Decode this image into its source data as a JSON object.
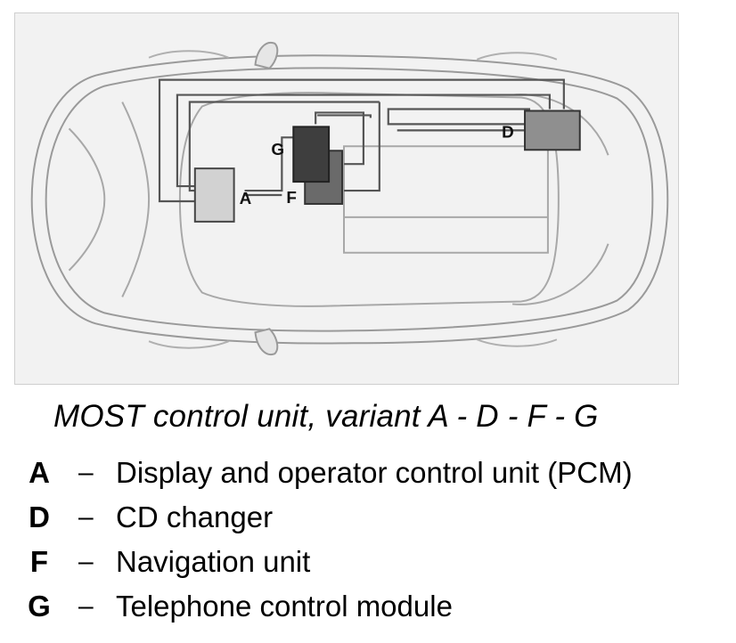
{
  "caption": "MOST control unit, variant A - D - F - G",
  "diagram": {
    "units": [
      {
        "key": "A",
        "color": "#d2d2d2"
      },
      {
        "key": "D",
        "color": "#8f8f8f"
      },
      {
        "key": "F",
        "color": "#6a6a6a"
      },
      {
        "key": "G",
        "color": "#3e3e3e"
      }
    ]
  },
  "legend": [
    {
      "key": "A",
      "separator": "–",
      "description": "Display and operator control unit (PCM)"
    },
    {
      "key": "D",
      "separator": "–",
      "description": "CD changer"
    },
    {
      "key": "F",
      "separator": "–",
      "description": "Navigation unit"
    },
    {
      "key": "G",
      "separator": "–",
      "description": "Telephone control module"
    }
  ]
}
